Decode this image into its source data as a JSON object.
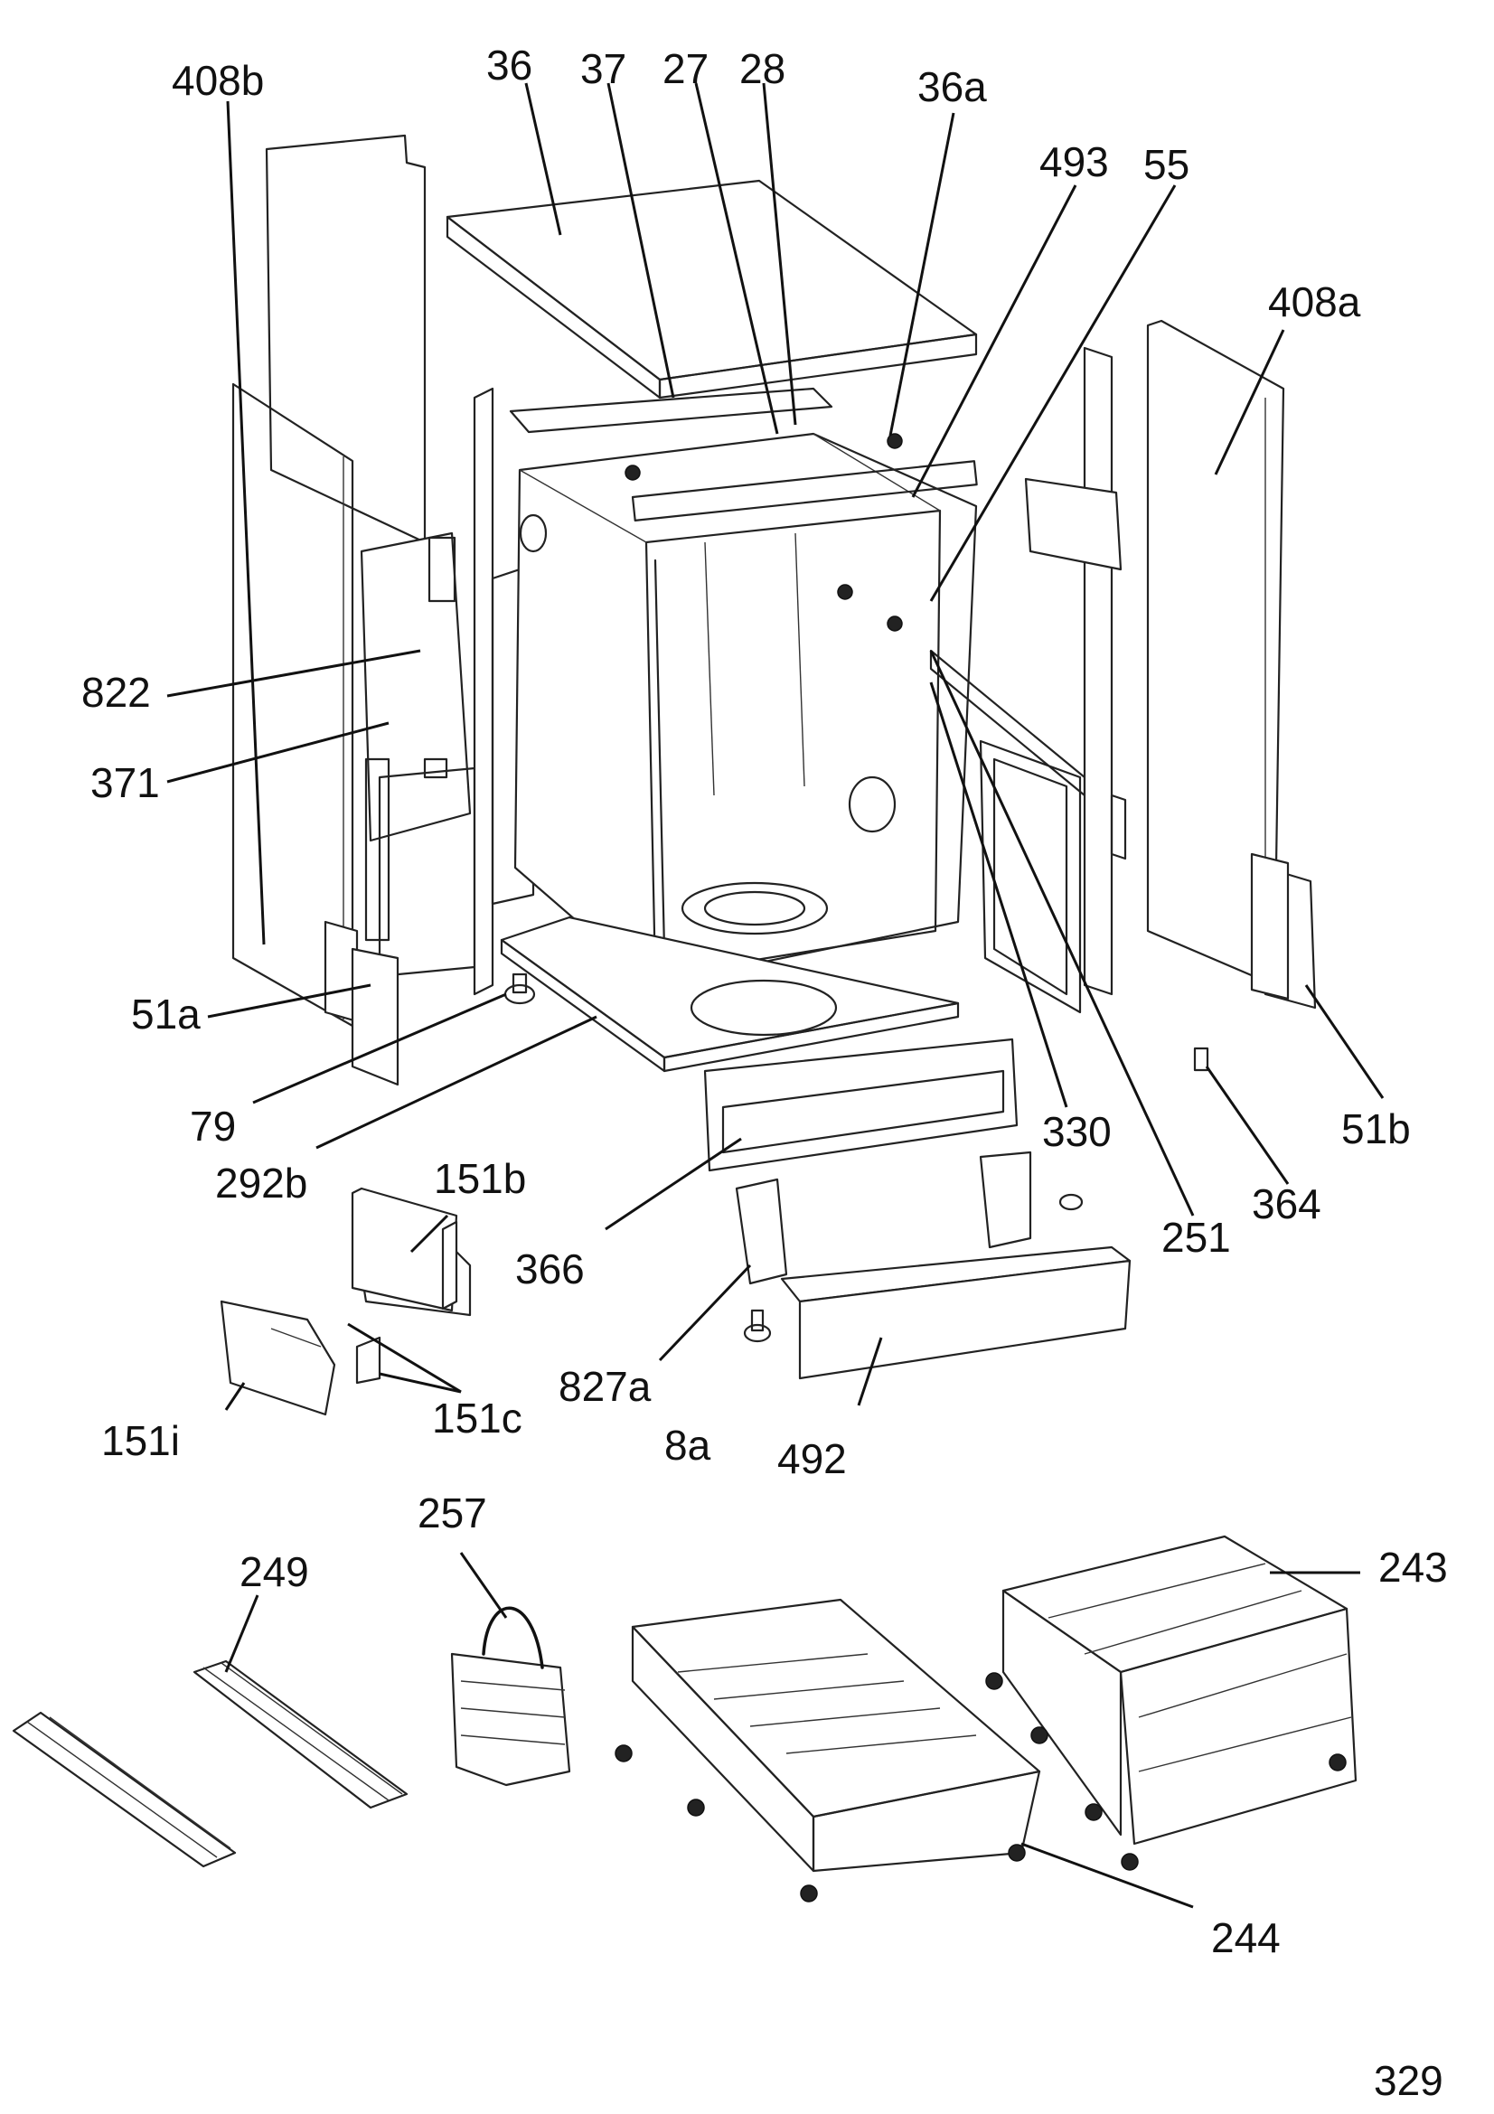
{
  "labels": {
    "l_408b": "408b",
    "l_36": "36",
    "l_37": "37",
    "l_27": "27",
    "l_28": "28",
    "l_36a": "36a",
    "l_493": "493",
    "l_55": "55",
    "l_408a": "408a",
    "l_822": "822",
    "l_371": "371",
    "l_51a": "51a",
    "l_79": "79",
    "l_292b": "292b",
    "l_330": "330",
    "l_51b": "51b",
    "l_364": "364",
    "l_251": "251",
    "l_366": "366",
    "l_151b": "151b",
    "l_827a": "827a",
    "l_151c": "151c",
    "l_151i": "151i",
    "l_8a": "8a",
    "l_492": "492",
    "l_257": "257",
    "l_249": "249",
    "l_243": "243",
    "l_244": "244"
  },
  "page_number": "329"
}
